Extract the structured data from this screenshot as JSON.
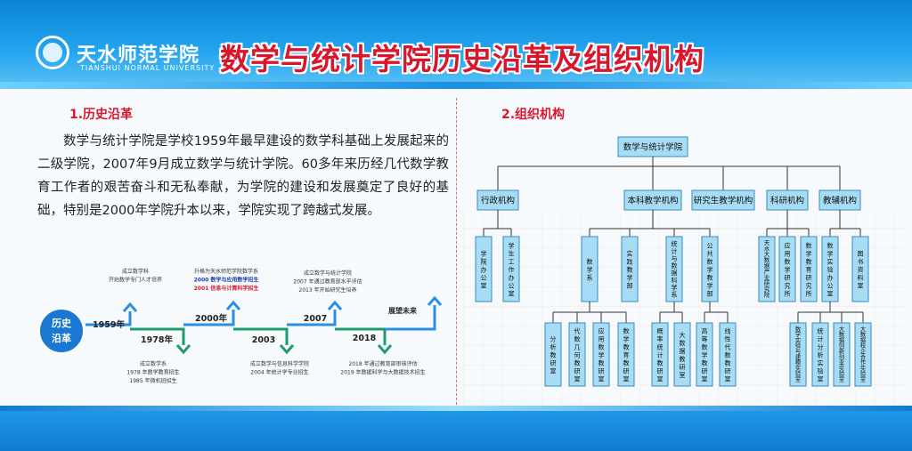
{
  "header": {
    "university_cn": "天水师范学院",
    "university_en": "TIANSHUI NORMAL UNIVERSITY",
    "title": "数学与统计学院历史沿革及组织机构"
  },
  "history": {
    "heading": "1.历史沿革",
    "paragraph": "数学与统计学院是学校1959年最早建设的数学科基础上发展起来的二级学院，2007年9月成立数学与统计学院。60多年来历经几代数学教育工作者的艰苦奋斗和无私奉献，为学院的建设和发展奠定了良好的基础，特别是2000年学院升本以来，学院实现了跨越式发展。"
  },
  "timeline": {
    "badge_line1": "历史",
    "badge_line2": "沿革",
    "end_label": "展望未来",
    "milestones": [
      {
        "year": "1959年",
        "notes": [
          {
            "text": "成立数学科",
            "color": "#333333"
          },
          {
            "text": "开始数学专门人才培养",
            "color": "#333333"
          }
        ]
      },
      {
        "year": "1978年",
        "notes": [
          {
            "text": "成立数学系",
            "color": "#333333"
          },
          {
            "text": "1978 年数学教育招生",
            "color": "#333333"
          },
          {
            "text": "1985 年微机班招生",
            "color": "#333333"
          }
        ]
      },
      {
        "year": "2000年",
        "notes": [
          {
            "text": "升格为天水师范学院数学系",
            "color": "#333333"
          },
          {
            "text": "2000 数学与应用数学招生",
            "color": "#1b3fb5"
          },
          {
            "text": "2001  信息与计算科学招生",
            "color": "#d8162c"
          }
        ]
      },
      {
        "year": "2003",
        "notes": [
          {
            "text": "成立数学与信息科学学院",
            "color": "#333333"
          },
          {
            "text": "2004 年统计学专业招生",
            "color": "#333333"
          }
        ]
      },
      {
        "year": "2007",
        "notes": [
          {
            "text": "成立数学与统计学院",
            "color": "#333333"
          },
          {
            "text": "2007 年通过教育部水平评估",
            "color": "#333333"
          },
          {
            "text": "2013 年开始研究生培养",
            "color": "#333333"
          }
        ]
      },
      {
        "year": "2018",
        "notes": [
          {
            "text": "2018 年通过教育部审核评估",
            "color": "#333333"
          },
          {
            "text": "2019 年数据科学与大数据技术招生",
            "color": "#333333"
          }
        ]
      }
    ]
  },
  "org": {
    "heading": "2.组织机构",
    "root": "数学与统计学院",
    "branches": [
      {
        "label": "行政机构",
        "children": [
          {
            "label": "学院办公室",
            "children": []
          },
          {
            "label": "学生工作办公室",
            "children": []
          }
        ]
      },
      {
        "label": "本科教学机构",
        "children": [
          {
            "label": "数学系",
            "children": [
              "分析教研室",
              "代数几何教研室",
              "应用数学教研室",
              "数学教育教研室"
            ]
          },
          {
            "label": "实践教学部",
            "children": []
          },
          {
            "label": "统计与数据科学系",
            "children": [
              "概率统计教研室",
              "大数据教研室"
            ]
          },
          {
            "label": "公共数学教学部",
            "children": [
              "高等数学教研室",
              "线性代数教研室"
            ]
          }
        ]
      },
      {
        "label": "研究生教学机构",
        "children": []
      },
      {
        "label": "科研机构",
        "children": [
          {
            "label": "天水大数据产业研究院",
            "children": []
          },
          {
            "label": "应用数学研究所",
            "children": []
          },
          {
            "label": "数学教育研究所",
            "children": []
          }
        ]
      },
      {
        "label": "教辅机构",
        "children": [
          {
            "label": "数学实验办公室",
            "children": [
              "数学实验与建模实验室",
              "统计分析实验室",
              "大数据创新创业实验室",
              "大数据校企合作实验室"
            ]
          },
          {
            "label": "图书资料室",
            "children": []
          }
        ]
      }
    ]
  },
  "colors": {
    "header_blue": "#1a95e6",
    "title_red": "#d8162c",
    "box_fill": "#a6dcf4",
    "box_border": "#3a8bc4",
    "arrow_blue": "#2a8fe0",
    "arrow_green": "#1f9a6a"
  }
}
